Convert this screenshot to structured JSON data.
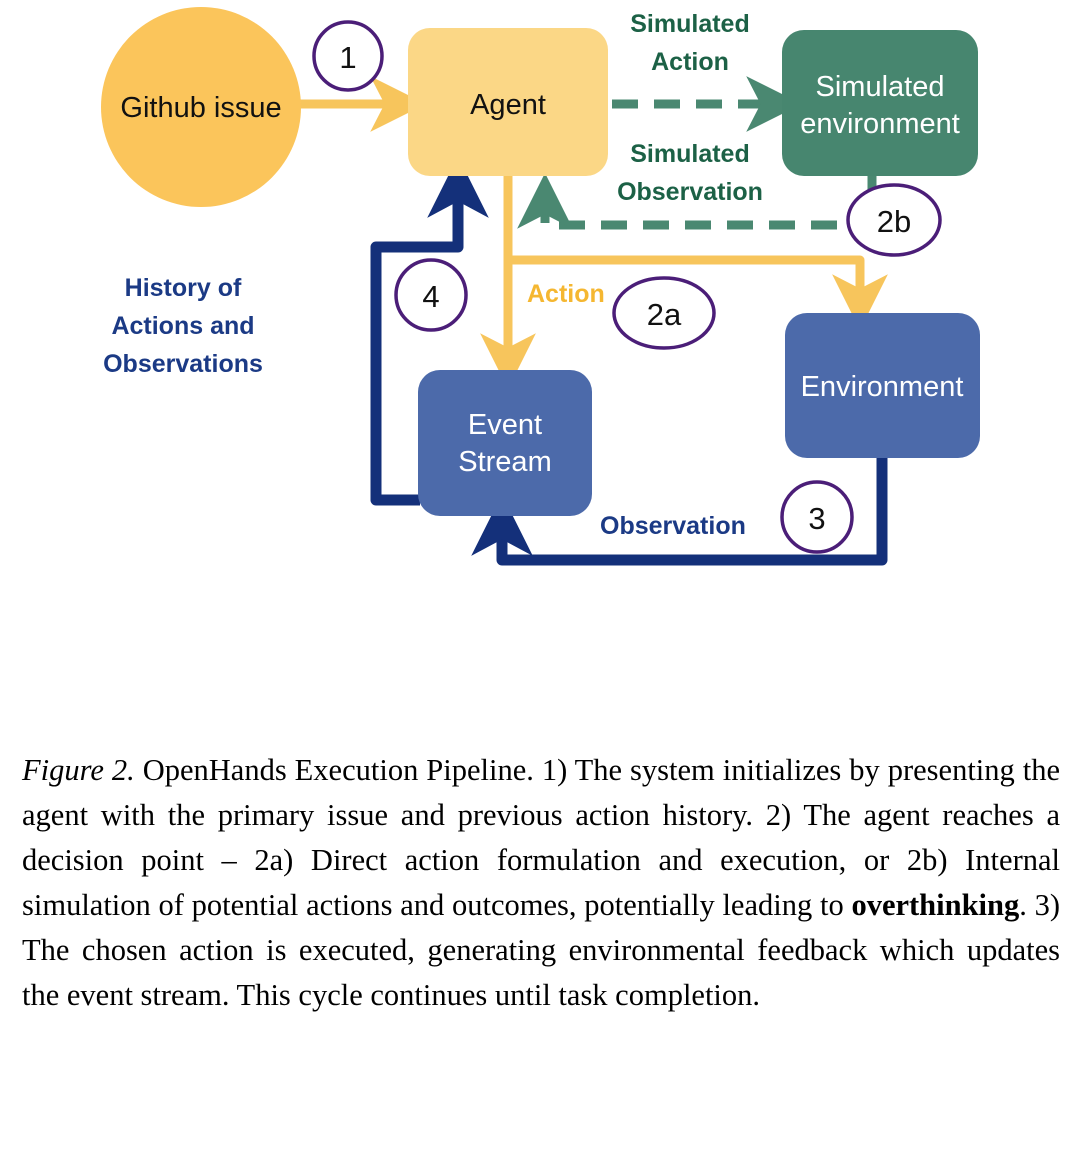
{
  "figure": {
    "nodes": [
      {
        "id": "github-issue",
        "label": "Github issue",
        "shape": "circle",
        "fill": "#FBC55B",
        "text_color": "#111111"
      },
      {
        "id": "agent",
        "label": "Agent",
        "shape": "rounded-rect",
        "fill": "#FBD786",
        "text_color": "#111111"
      },
      {
        "id": "simulated-environment",
        "label": "Simulated\nenvironment",
        "line1": "Simulated",
        "line2": "environment",
        "shape": "rounded-rect",
        "fill": "#47866F",
        "text_color": "#ffffff"
      },
      {
        "id": "event-stream",
        "label": "Event\nStream",
        "line1": "Event",
        "line2": "Stream",
        "shape": "rounded-rect",
        "fill": "#4C6AAA",
        "text_color": "#ffffff"
      },
      {
        "id": "environment",
        "label": "Environment",
        "shape": "rounded-rect",
        "fill": "#4C6AAA",
        "text_color": "#ffffff"
      }
    ],
    "edge_labels": [
      {
        "id": "simulated-action",
        "line1": "Simulated",
        "line2": "Action",
        "color": "#1C6146"
      },
      {
        "id": "simulated-observation",
        "line1": "Simulated",
        "line2": "Observation",
        "color": "#1C6146"
      },
      {
        "id": "history",
        "line1": "History of",
        "line2": "Actions and",
        "line3": "Observations",
        "color": "#1B3A85"
      },
      {
        "id": "action",
        "text": "Action",
        "color": "#F5B731"
      },
      {
        "id": "observation",
        "text": "Observation",
        "color": "#1B3A85"
      }
    ],
    "step_markers": [
      {
        "id": "step-1",
        "label": "1"
      },
      {
        "id": "step-2a",
        "label": "2a"
      },
      {
        "id": "step-2b",
        "label": "2b"
      },
      {
        "id": "step-3",
        "label": "3"
      },
      {
        "id": "step-4",
        "label": "4"
      }
    ],
    "colors": {
      "yellow": "#F7C55C",
      "yellow_light": "#FBD786",
      "green": "#47866F",
      "green_dark": "#1C6146",
      "blue": "#4C6AAA",
      "blue_dark": "#14307A",
      "purple": "#4B1E78"
    }
  },
  "caption": {
    "figure_number": "Figure 2.",
    "text_1": " OpenHands Execution Pipeline. 1) The system initializes by presenting the agent with the primary issue and previous action history. 2) The agent reaches a decision point – 2a) Direct action formulation and execution, or 2b) Internal simulation of potential actions and outcomes, potentially leading to ",
    "bold_term": "overthinking",
    "text_2": ". 3) The chosen action is executed, generating environmental feedback which updates the event stream. This cycle continues until task completion."
  }
}
